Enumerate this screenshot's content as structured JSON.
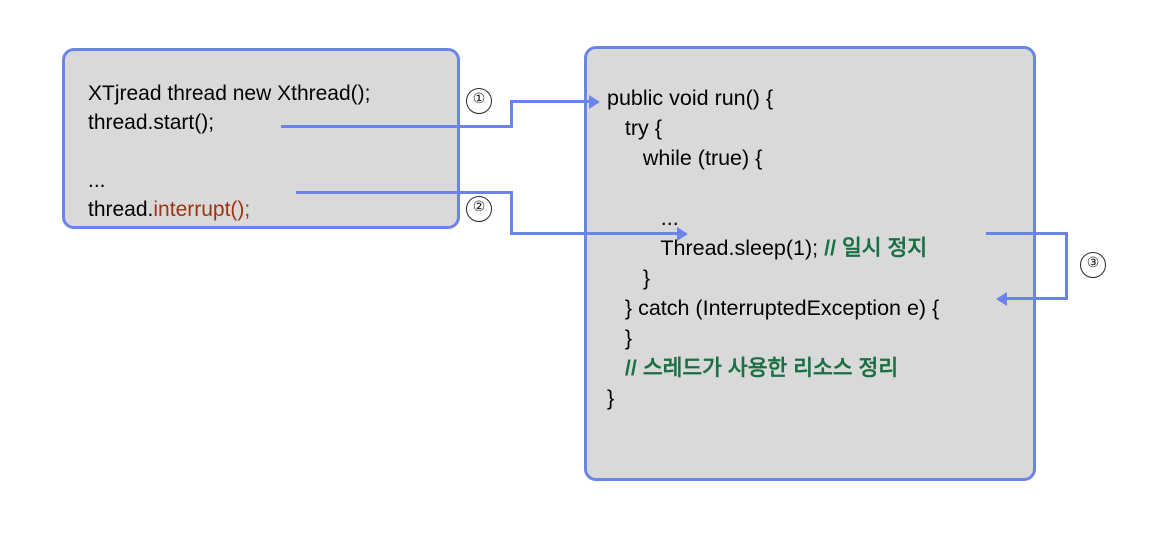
{
  "diagram": {
    "title": "Java thread interrupt flow",
    "colors": {
      "panel_fill": "#d9d9d9",
      "panel_border": "#6a84e8",
      "connector": "#6a84e8",
      "keyword_red": "#9e3412",
      "comment_green": "#1a7044",
      "text": "#000000",
      "background": "#ffffff"
    }
  },
  "left_panel": {
    "name": "caller-code-block",
    "lines": [
      {
        "plain": "XTjread thread new Xthread();"
      },
      {
        "plain": "thread.start();"
      },
      {
        "plain": ""
      },
      {
        "plain": "..."
      },
      {
        "prefix": "thread.",
        "accent": "interrupt();",
        "accent_color": "red"
      }
    ],
    "line1": "XTjread thread new Xthread();",
    "line2": "thread.start();",
    "line3": "",
    "line4": "...",
    "line5_prefix": "thread.",
    "line5_accent": "interrupt();"
  },
  "right_panel": {
    "name": "thread-run-code-block",
    "line1": "public void run() {",
    "line2": "   try {",
    "line3": "      while (true) {",
    "line4": "",
    "line5": "         ...",
    "line6_prefix": "         Thread.sleep(1); ",
    "line6_comment": "// 일시 정지",
    "line7": "      }",
    "line8": "   } catch (InterruptedException e) {",
    "line9": "   }",
    "line10_comment": "   // 스레드가 사용한 리소스 정리",
    "line11": "}"
  },
  "connectors": [
    {
      "id": "1",
      "marker": "①",
      "from": "thread.start();",
      "to": "public void run() {",
      "direction": "right"
    },
    {
      "id": "2",
      "marker": "②",
      "from": "thread.interrupt();",
      "to": "Thread.sleep(1);",
      "direction": "right"
    },
    {
      "id": "3",
      "marker": "③",
      "from": "Thread.sleep(1); // 일시 정지",
      "to": "} catch (InterruptedException e) {",
      "direction": "left"
    }
  ],
  "markers": {
    "one": "①",
    "two": "②",
    "three": "③"
  }
}
